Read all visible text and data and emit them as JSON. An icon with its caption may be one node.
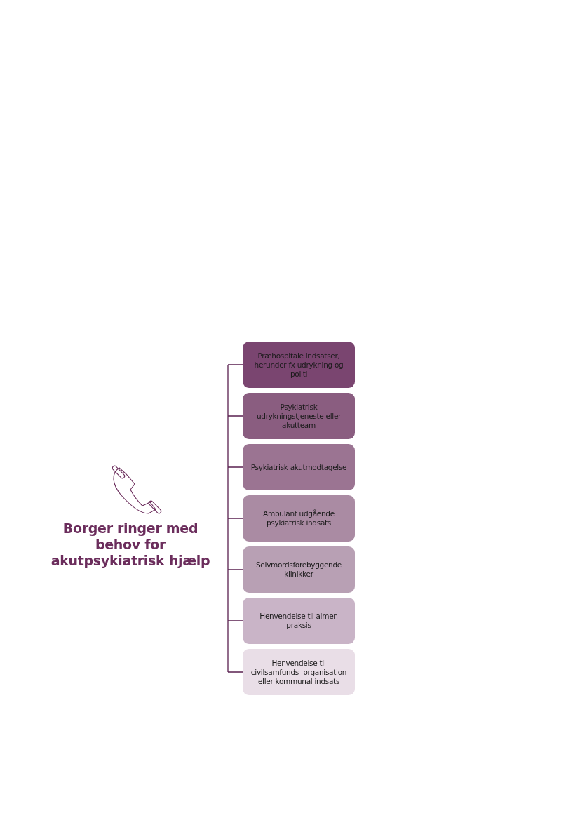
{
  "diagram": {
    "nodes": [
      {
        "text": [
          "Præhospitale indsatser, herunder fx udrykning og politi"
        ]
      },
      {
        "text": [
          "Psykiatrisk udrykningstjeneste eller akutteam"
        ]
      },
      {
        "text": [
          "Psykiatrisk akutmodtagelse"
        ]
      },
      {
        "text": [
          "Ambulant udgående psykiatrisk indsats"
        ]
      },
      {
        "text": [
          "Selvmordsforebyggende klinikker"
        ]
      },
      {
        "text": [
          "Henvendelse til almen praksis"
        ]
      },
      {
        "text": [
          "Henvendelse til civilsamfunds- organisation eller kommunal indsats"
        ]
      }
    ],
    "edges": [],
    "labels": [
      "Borger ringer med behov for akutpsykiatrisk hjælp"
    ]
  }
}
